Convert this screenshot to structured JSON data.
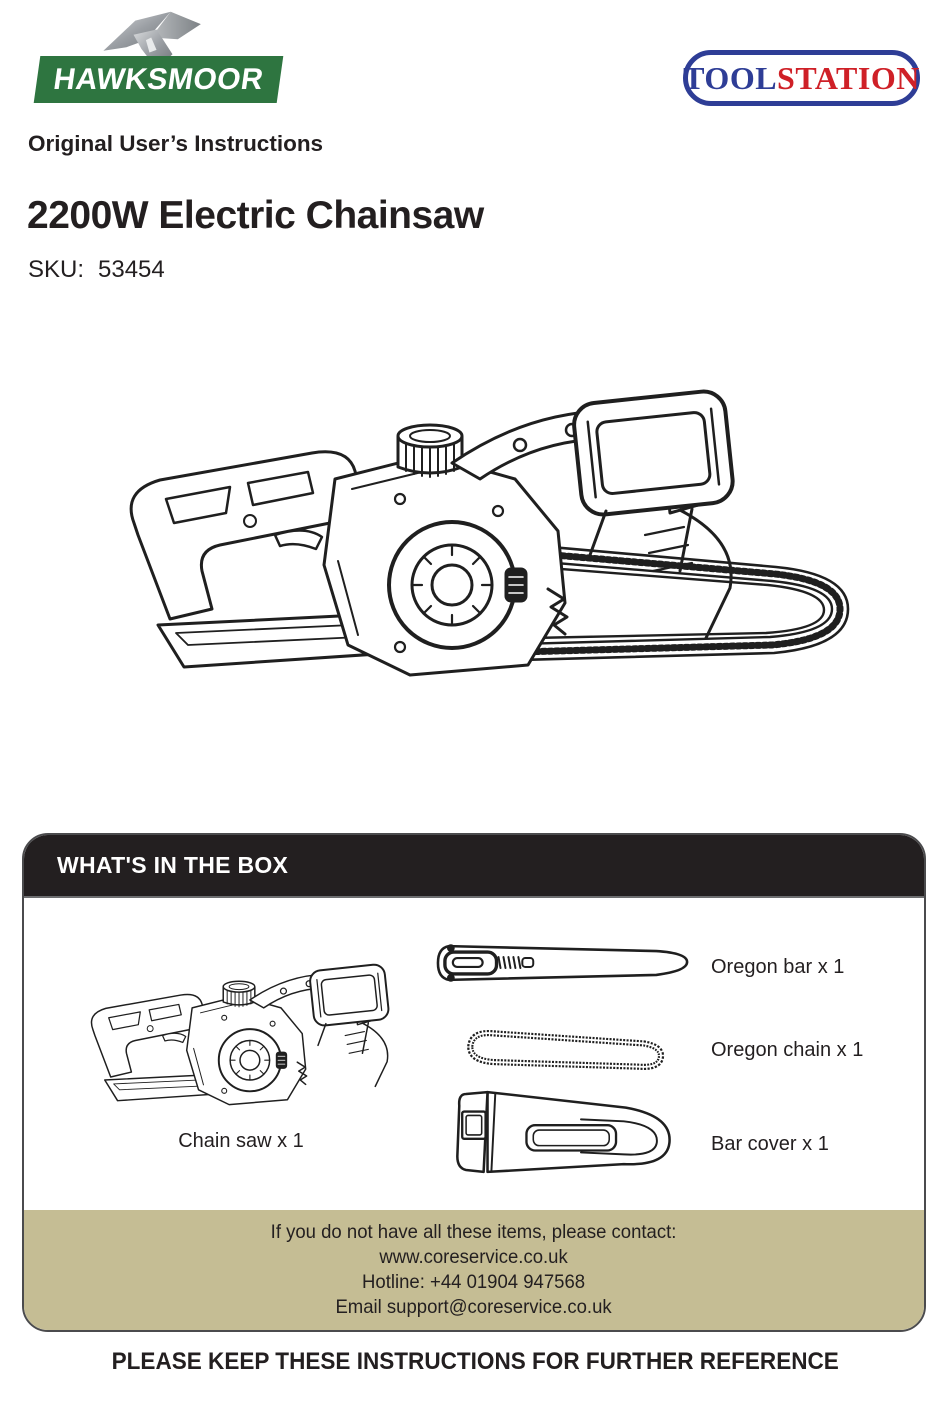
{
  "header": {
    "brand_logo_text": "HAWKSMOOR",
    "retailer_logo": {
      "part1": "TOOL",
      "part2": "STATION"
    },
    "doc_type": "Original User’s Instructions"
  },
  "product": {
    "title": "2200W Electric Chainsaw",
    "sku_label": "SKU:",
    "sku_value": "53454"
  },
  "whats_in_box": {
    "title": "WHAT'S IN THE BOX",
    "items": [
      {
        "name": "chain-saw-illustration",
        "label": "Chain saw x 1"
      },
      {
        "name": "oregon-bar-illustration",
        "label": "Oregon bar x 1"
      },
      {
        "name": "oregon-chain-illustration",
        "label": "Oregon chain x 1"
      },
      {
        "name": "bar-cover-illustration",
        "label": "Bar cover x 1"
      }
    ],
    "contact_lines": [
      "If you do not have all these items, please contact:",
      "www.coreservice.co.uk",
      "Hotline: +44 01904 947568",
      "Email support@coreservice.co.uk"
    ]
  },
  "footer": {
    "note": "PLEASE KEEP THESE INSTRUCTIONS FOR FURTHER REFERENCE"
  },
  "colors": {
    "brand_green": "#2e7540",
    "toolstation_blue": "#2e3d96",
    "toolstation_red": "#cf2027",
    "header_bar_black": "#231f20",
    "contact_panel_khaki": "#c5bd94",
    "line_art": "#1f1f1f"
  }
}
